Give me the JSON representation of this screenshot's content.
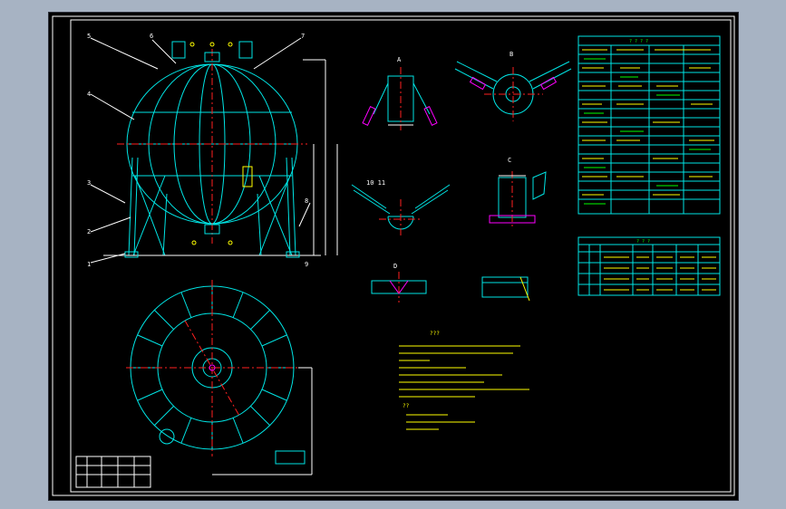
{
  "drawing": {
    "colors": {
      "background": "#000000",
      "outline": "#00e5e5",
      "dimension": "#ffffff",
      "annotation": "#ffff00",
      "center_line": "#ff2020",
      "hatch": "#ff00ff",
      "table_text": "#00ff00"
    },
    "part_callouts": [
      "5",
      "6",
      "7",
      "4",
      "3",
      "2",
      "1",
      "8",
      "9"
    ],
    "section_labels": {
      "a": "A",
      "b": "B",
      "c": "C",
      "d": "D",
      "e": "10  11"
    },
    "notes_heading": "???",
    "notes_heading_2": "??",
    "table_headings": {
      "tech": "? ? ? ?",
      "nozzle": "? ? ?"
    }
  }
}
